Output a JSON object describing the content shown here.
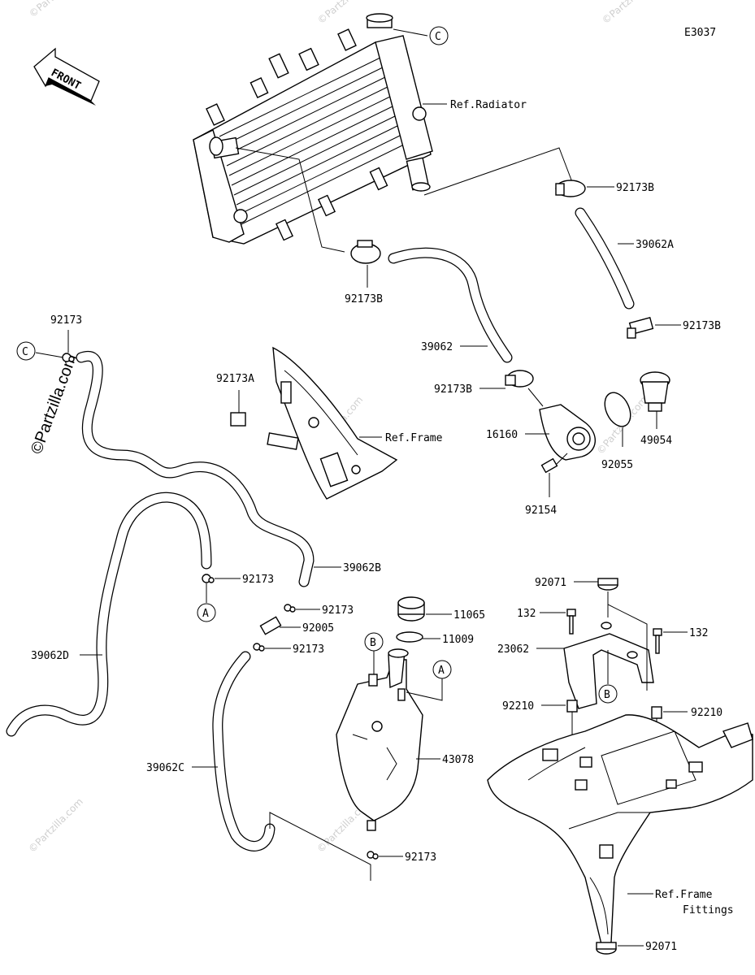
{
  "diagram": {
    "code": "E3037",
    "front_label": "FRONT",
    "watermark": "©Partzilla.com",
    "side_watermark": "©Partzilla.com"
  },
  "callouts": {
    "c_top": "C",
    "c_left": "C",
    "a_left": "A",
    "a_tank": "A",
    "b_tank": "B",
    "b_bracket": "B"
  },
  "labels": {
    "ref_radiator": "Ref.Radiator",
    "p92173B_a": "92173B",
    "p39062A": "39062A",
    "p92173B_b": "92173B",
    "p92173B_c": "92173B",
    "p92173_top": "92173",
    "p92173A": "92173A",
    "ref_frame": "Ref.Frame",
    "p39062": "39062",
    "p92173B_d": "92173B",
    "p16160": "16160",
    "p92055": "92055",
    "p49054": "49054",
    "p92154": "92154",
    "p92173_a": "92173",
    "p39062B": "39062B",
    "p92173_b": "92173",
    "p92005": "92005",
    "p92173_c": "92173",
    "p39062D": "39062D",
    "p11065": "11065",
    "p11009": "11009",
    "p43078": "43078",
    "p39062C": "39062C",
    "p92173_d": "92173",
    "p92071_top": "92071",
    "p132_left": "132",
    "p132_right": "132",
    "p23062": "23062",
    "p92210_left": "92210",
    "p92210_right": "92210",
    "ref_frame_fittings_1": "Ref.Frame",
    "ref_frame_fittings_2": "Fittings",
    "p92071_bottom": "92071"
  }
}
